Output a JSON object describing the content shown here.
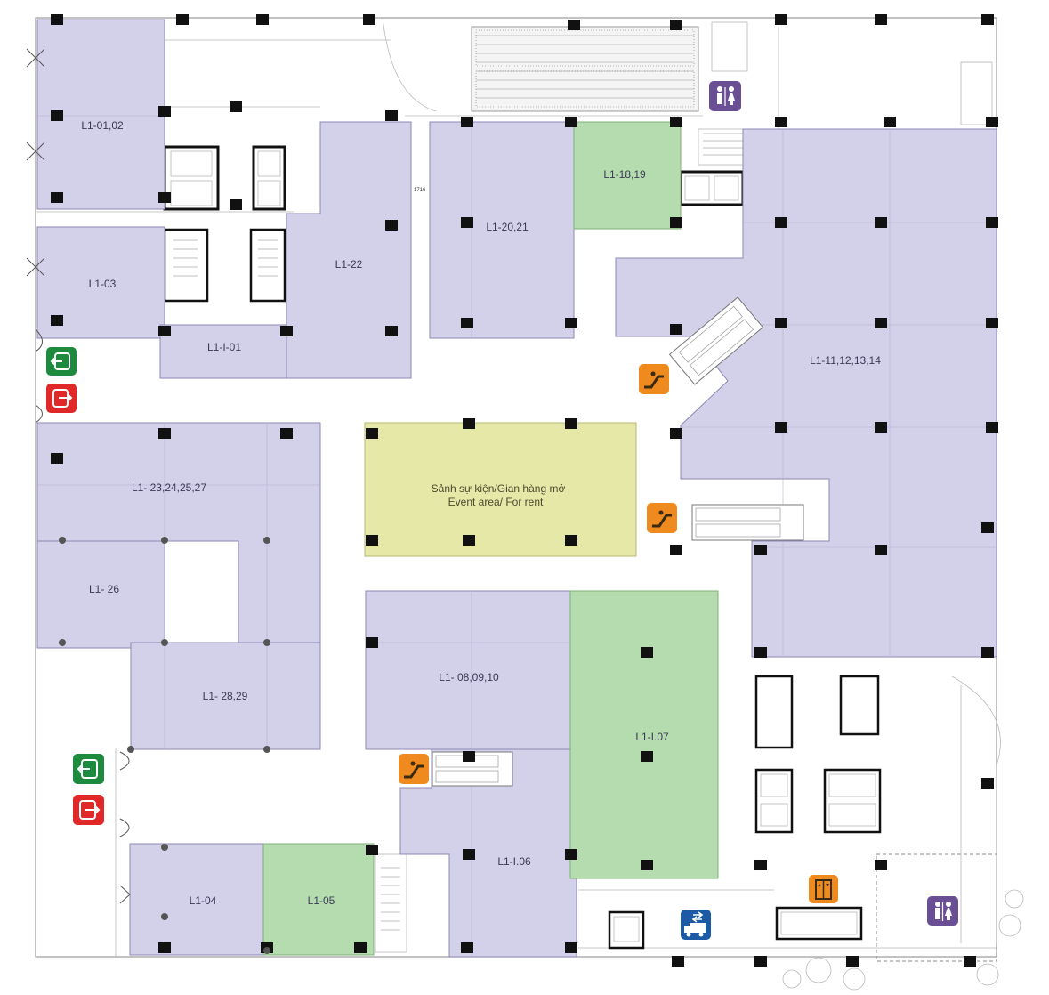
{
  "units": {
    "u0102": "L1-01,02",
    "u03": "L1-03",
    "ui01": "L1-I-01",
    "u22": "L1-22",
    "u2021": "L1-20,21",
    "u1819": "L1-18,19",
    "u11_14": "L1-11,12,13,14",
    "u23_27": "L1- 23,24,25,27",
    "u26": "L1- 26",
    "u2829": "L1- 28,29",
    "u080910": "L1- 08,09,10",
    "ui07": "L1-I.07",
    "ui06": "L1-I.06",
    "u04": "L1-04",
    "u05": "L1-05"
  },
  "event_area": {
    "line1": "Sảnh sự kiện/Gian hàng mở",
    "line2": "Event area/ For rent"
  },
  "dimension_note": "1716",
  "colors": {
    "retail_unit": "#d3d0e9",
    "green_unit": "#b5dcae",
    "event_area": "#e6e8a8",
    "entrance_green": "#1e8a3e",
    "exit_red": "#e02828",
    "escalator_orange": "#ef8a1f",
    "restroom_purple": "#6b4f94",
    "loading_blue": "#1d5aa6"
  },
  "icons": [
    "entrance-icon",
    "exit-icon",
    "escalator-icon",
    "elevator-icon",
    "restroom-icon",
    "loading-dock-icon"
  ]
}
